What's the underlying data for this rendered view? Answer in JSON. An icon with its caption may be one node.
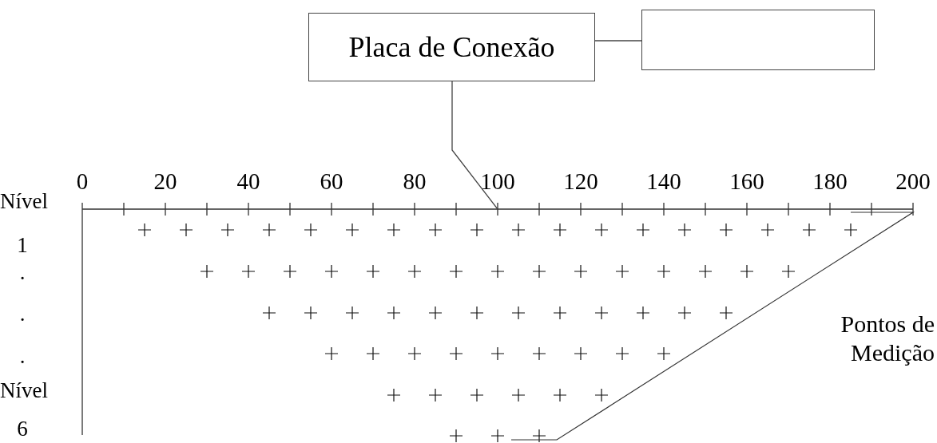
{
  "diagram": {
    "nodes": [
      {
        "text": [
          "Placa de Conexão"
        ]
      },
      {
        "text": [],
        "shape": "box"
      }
    ],
    "edges": [
      {
        "from": 0,
        "to": 1,
        "arrow": "none"
      },
      {
        "from": 0,
        "to": null,
        "arrow": "none"
      }
    ],
    "labels": [
      "0",
      "20",
      "40",
      "60",
      "80",
      "100",
      "120",
      "140",
      "160",
      "180",
      "200",
      "Nível",
      "1",
      ".",
      ".",
      ".",
      "Nível",
      "6",
      "Pontos de Medição"
    ]
  }
}
